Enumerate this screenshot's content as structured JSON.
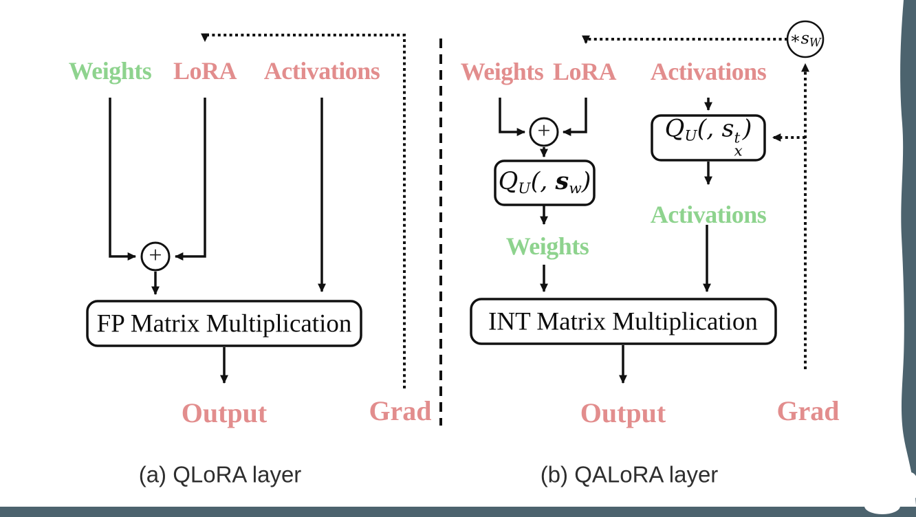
{
  "colors": {
    "green": "#8ed38e",
    "pink": "#e28d8d",
    "ink": "#111111",
    "slate": "#4c636e",
    "caption": "#2e2e2e"
  },
  "panel_a": {
    "caption": "(a) QLoRA layer",
    "weights": "Weights",
    "lora": "LoRA",
    "activations": "Activations",
    "plus": "+",
    "matmul": "FP Matrix Multiplication",
    "output": "Output",
    "grad": "Grad"
  },
  "panel_b": {
    "caption": "(b) QALoRA layer",
    "weights": "Weights",
    "lora": "LoRA",
    "activations": "Activations",
    "plus": "+",
    "quant_w": {
      "q": "Q",
      "qsub": "U",
      "mid": "(, ",
      "s": "s",
      "ssub": "w",
      "close": ")"
    },
    "quant_x": {
      "q": "Q",
      "qsub": "U",
      "mid": "(, ",
      "s": "s",
      "ssub": "x",
      "ssup": "t",
      "close": ")"
    },
    "weights_q": "Weights",
    "activations_q": "Activations",
    "matmul": "INT Matrix Multiplication",
    "output": "Output",
    "grad": "Grad",
    "scale": {
      "star": "∗",
      "s": "s",
      "ssub": "W"
    }
  }
}
